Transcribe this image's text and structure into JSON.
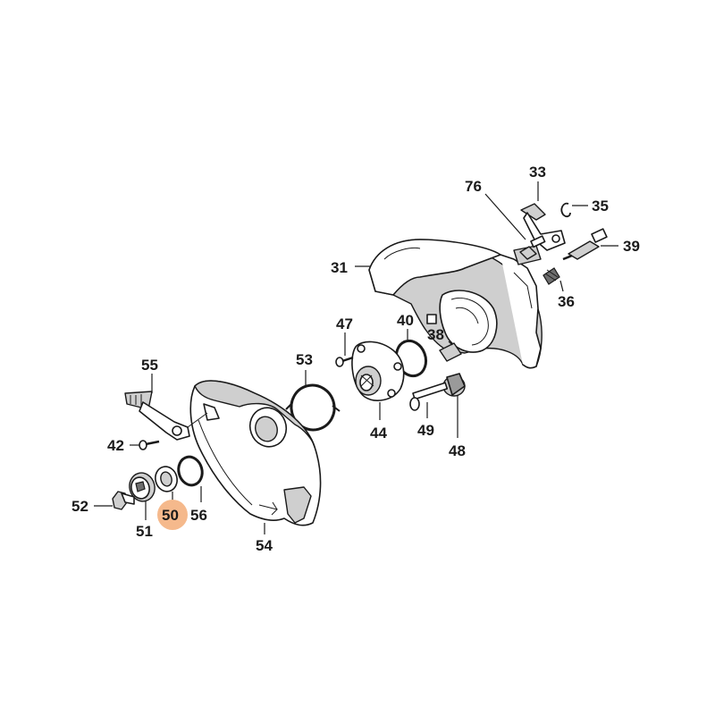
{
  "diagram": {
    "highlight_color": "#f5b98c",
    "highlighted_part": "50",
    "labels": {
      "p31": "31",
      "p33": "33",
      "p35": "35",
      "p36": "36",
      "p38": "38",
      "p39": "39",
      "p40": "40",
      "p42": "42",
      "p44": "44",
      "p47": "47",
      "p48": "48",
      "p49": "49",
      "p50": "50",
      "p51": "51",
      "p52": "52",
      "p53": "53",
      "p54": "54",
      "p55": "55",
      "p56": "56",
      "p76": "76"
    }
  }
}
